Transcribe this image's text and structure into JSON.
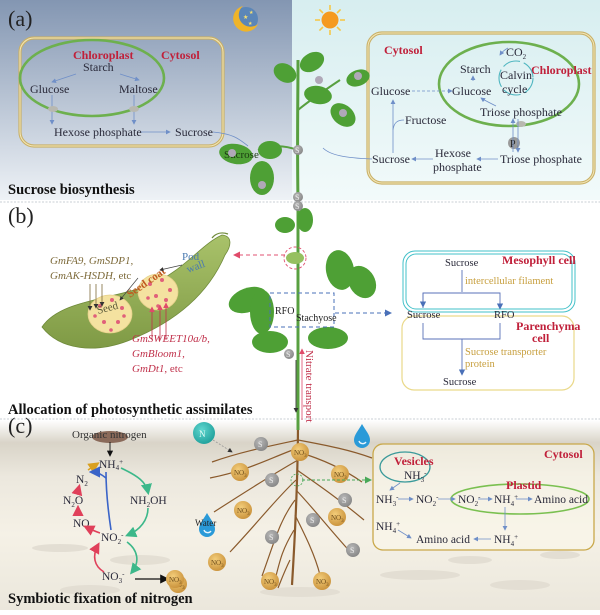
{
  "colors": {
    "night_bg_top": "#8496b2",
    "night_bg_bottom": "#e9eef4",
    "day_bg": "#e3f3f5",
    "cell_border": "#c9b067",
    "chloroplast_border": "#6db04e",
    "label_red": "#c0203a",
    "arrow_blue": "#6f8fc8",
    "leaf_green": "#4ea035",
    "root_brown": "#8a5a2c",
    "nitrate_ball": "#d9a84a",
    "s_ball": "#9a9a9a",
    "mesophyll_border": "#42c0c8",
    "parenchyma_border": "#ead98a",
    "soil": "#e6e2d8"
  },
  "panel_a": {
    "letter": "(a)",
    "title": "Sucrose biosynthesis",
    "night_icon": "moon-stars-icon",
    "day_icon": "sun-icon",
    "night_cell": {
      "chloroplast_label": "Chloroplast",
      "cytosol_label": "Cytosol",
      "starch": "Starch",
      "glucose": "Glucose",
      "maltose": "Maltose",
      "hexose_phosphate": "Hexose phosphate",
      "sucrose": "Sucrose"
    },
    "leaf_label": "Sucrose",
    "day_cell": {
      "cytosol_label": "Cytosol",
      "chloroplast_label": "Chloroplast",
      "co2": "CO",
      "co2_sub": "2",
      "starch": "Starch",
      "calvin_1": "Calvin",
      "calvin_2": "cycle",
      "glucose_chloroplast": "Glucose",
      "glucose_cytosol": "Glucose",
      "triose_phosphate_in": "Triose phosphate",
      "triose_phosphate_out": "Triose phosphate",
      "pi": "P",
      "pi_sub": "i",
      "fructose": "Fructose",
      "sucrose": "Sucrose",
      "hexose_1": "Hexose",
      "hexose_2": "phosphate"
    }
  },
  "panel_b": {
    "letter": "(b)",
    "title": "Allocation of photosynthetic assimilates",
    "pod": {
      "genes_top_1": "GmFA9, GmSDP1,",
      "genes_top_2": "GmAK-HSDH",
      "genes_top_etc": ", etc",
      "pod_wall_1": "Pod",
      "pod_wall_2": "wall",
      "seed_coat": "Seed coat",
      "seed": "Seed",
      "genes_bottom_1": "GmSWEET10a/b,",
      "genes_bottom_2": "GmBloom1,",
      "genes_bottom_3": "GmDt1",
      "genes_bottom_etc": ", etc"
    },
    "stem": {
      "rfo": "RFO",
      "stachyose": "Stachyose",
      "nitrate_transport": "Nitrate transport",
      "s_marker": "S"
    },
    "cells": {
      "mesophyll_label": "Mesophyll cell",
      "parenchyma_label_1": "Parenchyma",
      "parenchyma_label_2": "cell",
      "sucrose_top": "Sucrose",
      "intercellular": "intercellular filament",
      "sucrose_left": "Sucrose",
      "rfo": "RFO",
      "transporter_1": "Sucrose transporter",
      "transporter_2": "protein",
      "sucrose_bottom": "Sucrose"
    }
  },
  "panel_c": {
    "letter": "(c)",
    "title": "Symbiotic fixation of nitrogen",
    "cycle": {
      "organic_nitrogen": "Organic nitrogen",
      "nh4": "NH",
      "n2": "N",
      "n2o": "N",
      "no": "NO",
      "nh2oh": "NH",
      "nh2oh_tail": "OH",
      "no2": "NO",
      "no3": "NO"
    },
    "soil": {
      "n2_ball": "N",
      "water": "Water",
      "no3_ball": "NO",
      "s_ball": "S"
    },
    "cytosol": {
      "label": "Cytosol",
      "vesicles_label": "Vesicles",
      "plastid_label": "Plastid",
      "nh3_vesicle": "NH",
      "nh3": "NH",
      "no2_a": "NO",
      "no2_b": "NO",
      "nh4_a": "NH",
      "amino_acid_a": "Amino acid",
      "nh4_left": "NH",
      "amino_acid_b": "Amino acid",
      "nh4_b": "NH"
    }
  }
}
